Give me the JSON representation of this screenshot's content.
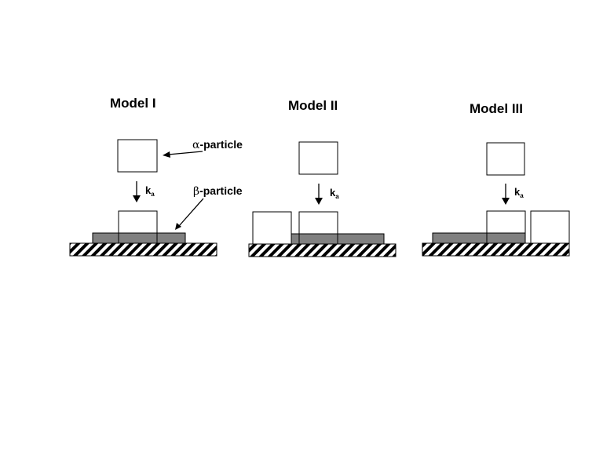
{
  "colors": {
    "film": "#808080",
    "outline": "#000000",
    "particle_fill": "#ffffff",
    "substrate_hatch": "#000000"
  },
  "labels": {
    "alpha_symbol": "α",
    "alpha_text": "-particle",
    "beta_symbol": "β",
    "beta_text": "-particle",
    "rate_main": "k",
    "rate_sub": "a"
  },
  "models": [
    {
      "title": "Model I"
    },
    {
      "title": "Model II"
    },
    {
      "title": "Model III"
    }
  ]
}
